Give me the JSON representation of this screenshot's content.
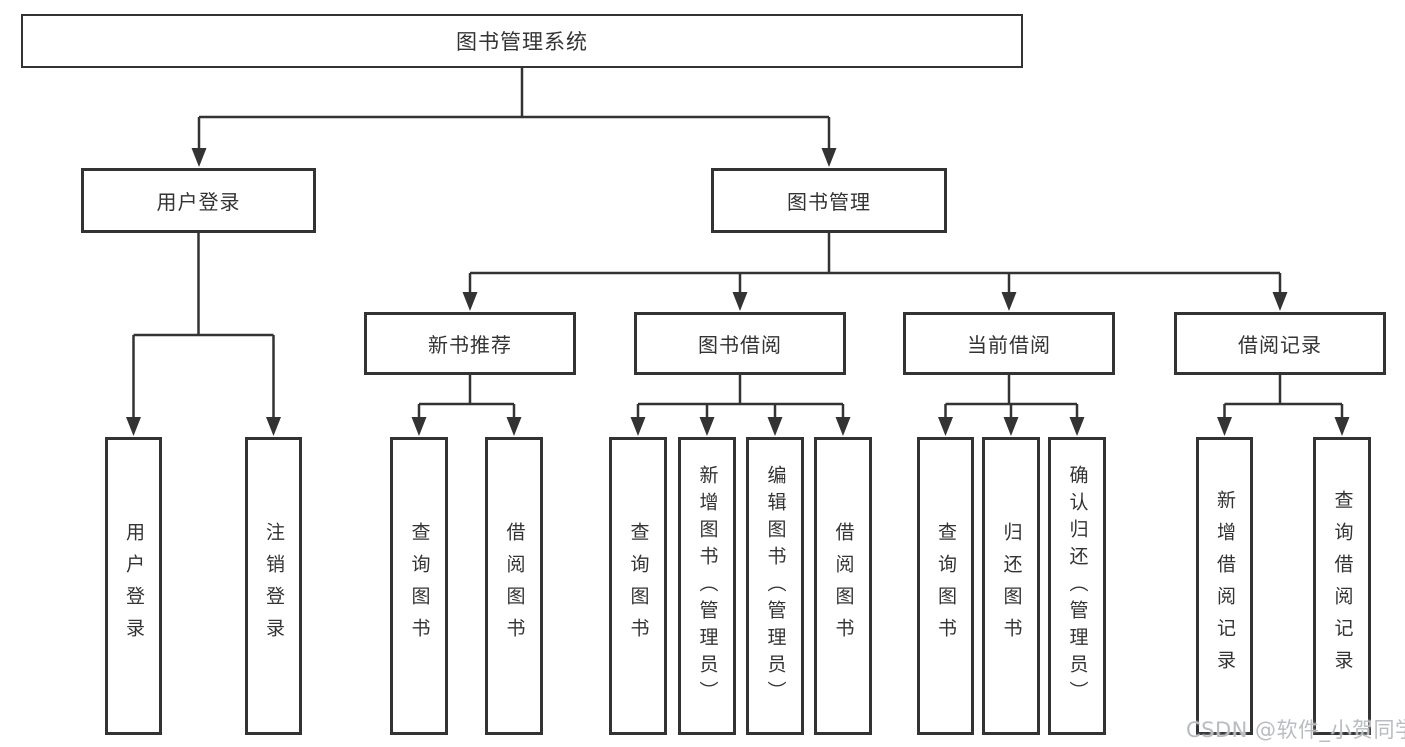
{
  "tree": {
    "label": "图书管理系统",
    "children": [
      {
        "label": "用户登录",
        "children": [
          {
            "label": "用户登录"
          },
          {
            "label": "注销登录"
          }
        ]
      },
      {
        "label": "图书管理",
        "children": [
          {
            "label": "新书推荐",
            "children": [
              {
                "label": "查询图书"
              },
              {
                "label": "借阅图书"
              }
            ]
          },
          {
            "label": "图书借阅",
            "children": [
              {
                "label": "查询图书"
              },
              {
                "label": "新增图书（管理员）"
              },
              {
                "label": "编辑图书（管理员）"
              },
              {
                "label": "借阅图书"
              }
            ]
          },
          {
            "label": "当前借阅",
            "children": [
              {
                "label": "查询图书"
              },
              {
                "label": "归还图书"
              },
              {
                "label": "确认归还（管理员）"
              }
            ]
          },
          {
            "label": "借阅记录",
            "children": [
              {
                "label": "新增借阅记录"
              },
              {
                "label": "查询借阅记录"
              }
            ]
          }
        ]
      }
    ]
  },
  "watermark": {
    "text": "CSDN @软件_小贺同学",
    "color": "#b9bcc0"
  },
  "colors": {
    "line": "#333333",
    "box_border": "#333333",
    "text": "#333333",
    "watermark": "#b9bcc0",
    "background": "#ffffff"
  }
}
